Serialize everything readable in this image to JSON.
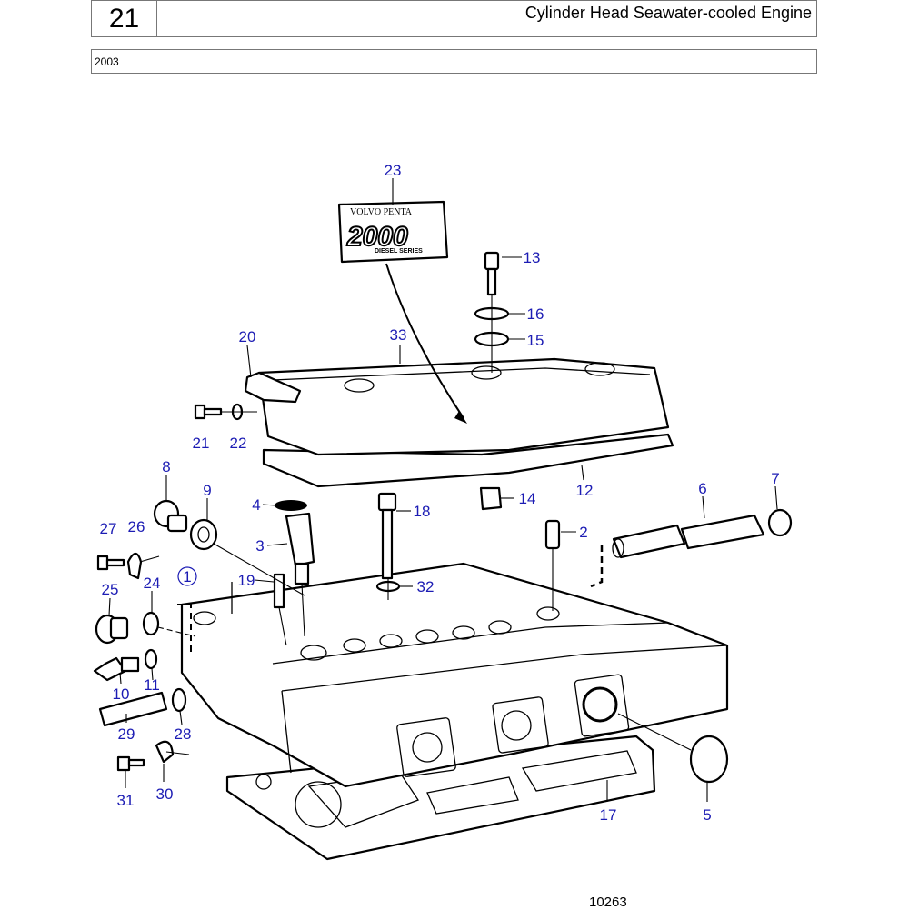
{
  "header": {
    "section_number": "21",
    "title": "Cylinder Head Seawater-cooled Engine",
    "year": "2003"
  },
  "decal": {
    "brand": "VOLVO PENTA",
    "model": "2000",
    "series": "DIESEL SERIES"
  },
  "callouts": [
    "23",
    "13",
    "16",
    "15",
    "20",
    "33",
    "21",
    "22",
    "8",
    "9",
    "4",
    "18",
    "14",
    "12",
    "6",
    "7",
    "27",
    "26",
    "3",
    "2",
    "1",
    "19",
    "32",
    "25",
    "24",
    "10",
    "11",
    "29",
    "28",
    "31",
    "30",
    "17",
    "5"
  ],
  "figure_ref": "10263",
  "colors": {
    "callout": "#1c1cb4",
    "line": "#000000",
    "border": "#777777"
  }
}
